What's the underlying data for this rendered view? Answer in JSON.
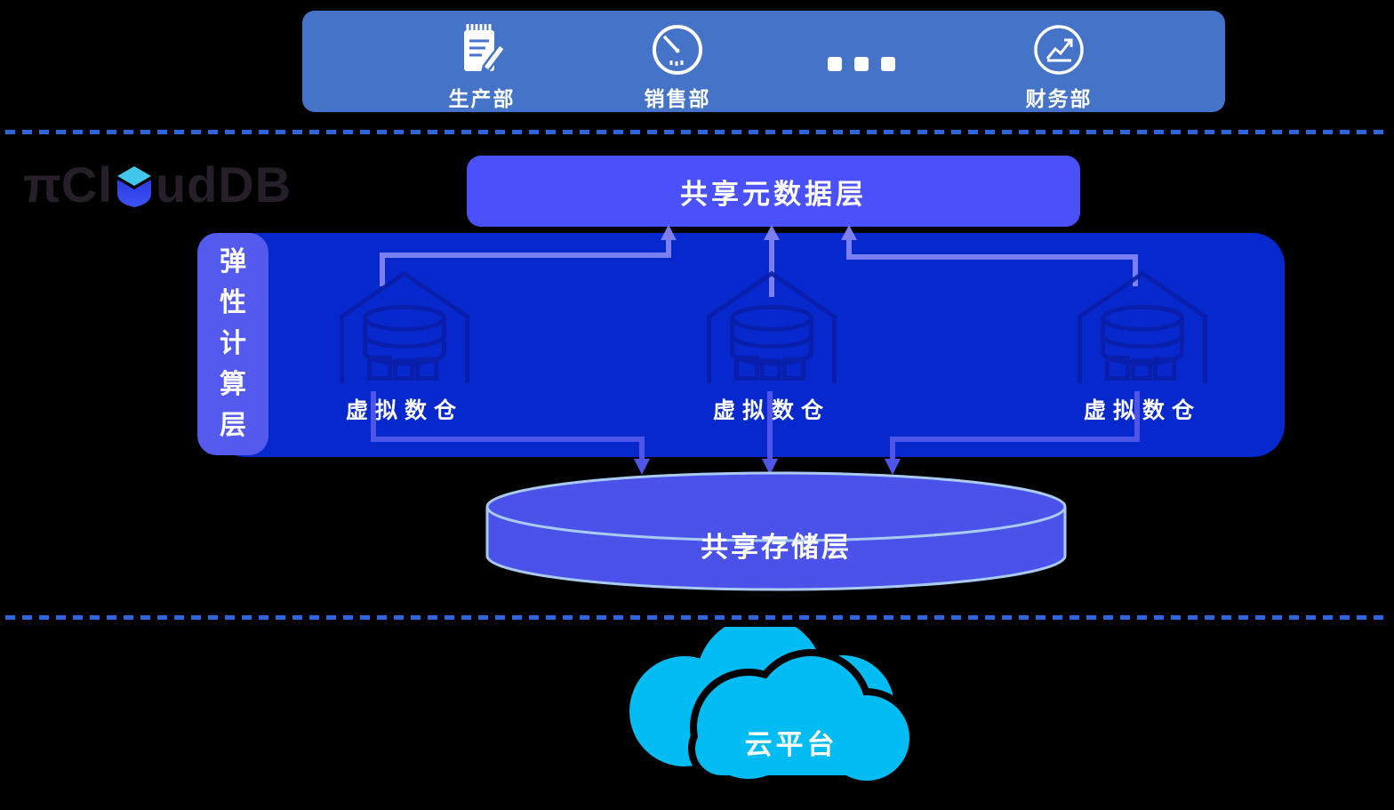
{
  "top_bar": {
    "items": [
      {
        "label": "生产部",
        "icon": "notepad-pencil-icon"
      },
      {
        "label": "销售部",
        "icon": "gauge-icon"
      },
      {
        "label": "",
        "icon": "ellipsis-icon"
      },
      {
        "label": "财务部",
        "icon": "line-chart-icon"
      }
    ]
  },
  "logo": {
    "pi": "π",
    "before_cube": "Cl",
    "after_cube": "udDB",
    "cube_icon": "cube-logo-icon"
  },
  "diagram": {
    "metadata_layer": "共享元数据层",
    "compute_layer": "弹性计算层",
    "warehouse_labels": [
      "虚拟数仓",
      "虚拟数仓",
      "虚拟数仓"
    ],
    "warehouse_icon": "warehouse-database-icon",
    "storage_layer": "共享存储层",
    "cloud_platform": "云平台"
  },
  "colors": {
    "background": "#000000",
    "top_bar": "#4573C7",
    "metadata_box": "#4B51FA",
    "compute_label_box": "#545AEE",
    "big_box": "#0628CC",
    "connector_up": "#7B7FF0",
    "connector_down": "#4F55E6",
    "cylinder_fill": "#4A52EA",
    "cylinder_stroke": "#A9CBF0",
    "dashed_line": "#2E64DC",
    "cloud": "#00BCF2",
    "logo_text": "#261F29",
    "logo_cube_top": "#41C7E9"
  }
}
